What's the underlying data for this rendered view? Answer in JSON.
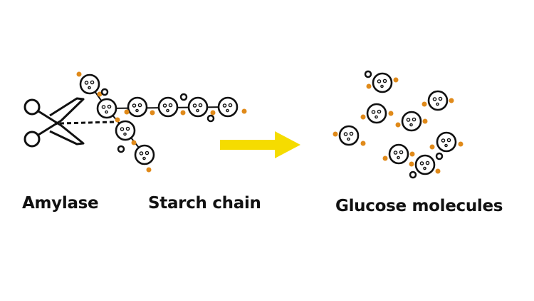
{
  "labels": {
    "enzyme": "Amylase",
    "substrate": "Starch chain",
    "product": "Glucose molecules"
  },
  "colors": {
    "outline": "#111111",
    "bond_dot": "#e08a1a",
    "arrow": "#f5dc00",
    "background": "#ffffff"
  },
  "icons": {
    "enzyme": "scissors-icon",
    "process": "right-arrow-icon",
    "unit": "glucose-ring-icon"
  }
}
